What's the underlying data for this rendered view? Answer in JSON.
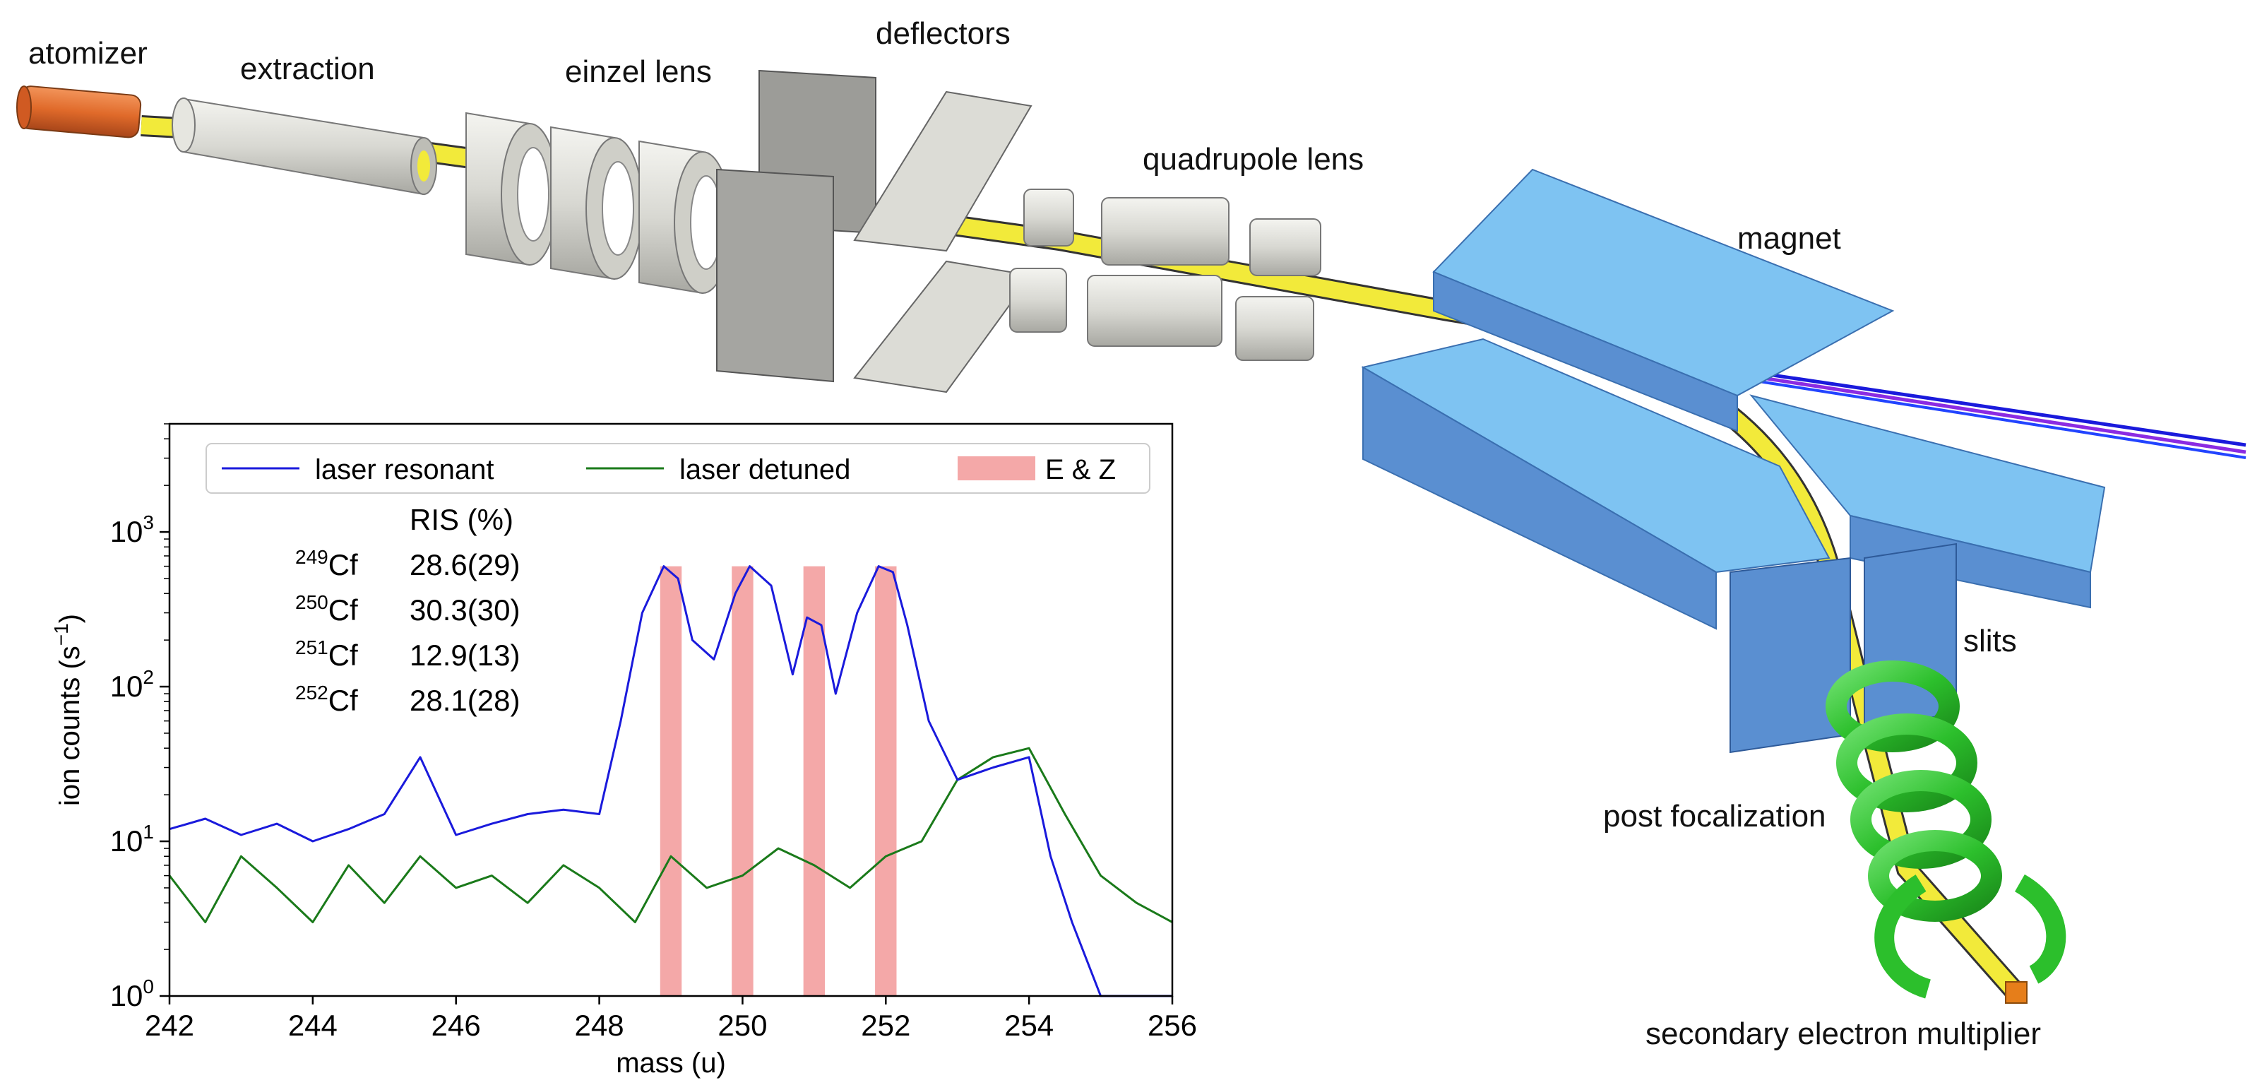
{
  "labels": {
    "atomizer": "atomizer",
    "extraction": "extraction",
    "einzel": "einzel lens",
    "deflectors": "deflectors",
    "quadrupole": "quadrupole lens",
    "magnet": "magnet",
    "slits": "slits",
    "post_focalization": "post focalization",
    "sem": "secondary electron multiplier"
  },
  "colors": {
    "beam": "#f2ea3a",
    "atomizer": "#e06a2a",
    "electrode": "#d9d9d4",
    "magnet_top": "#7ec3f2",
    "magnet_side": "#5a8fd1",
    "post_focus": "#2cbf2c",
    "resonant": "#1a1adc",
    "detuned": "#1a7a1a",
    "ez": "#f4a8a8"
  },
  "icons": {
    "atomizer": "cylinder-oven-icon",
    "extraction": "cylinder-electrode-icon",
    "einzel": "ring-electrodes-icon",
    "deflectors": "plate-electrodes-icon",
    "quadrupole": "quadrupole-rods-icon",
    "magnet": "sector-magnet-icon",
    "slits": "slit-plates-icon",
    "post_focalization": "spiral-electrodes-icon",
    "sem": "detector-icon"
  },
  "chart_data": {
    "type": "line",
    "xlabel": "mass (u)",
    "ylabel": "ion counts (s",
    "ylabel_sup": "−1",
    "ylabel_end": ")",
    "xlim": [
      242,
      256
    ],
    "ylim": [
      1,
      5000
    ],
    "yscale": "log",
    "x_ticks": [
      "242",
      "244",
      "246",
      "248",
      "250",
      "252",
      "254",
      "256"
    ],
    "y_ticks": [
      {
        "base": "10",
        "exp": "0"
      },
      {
        "base": "10",
        "exp": "1"
      },
      {
        "base": "10",
        "exp": "2"
      },
      {
        "base": "10",
        "exp": "3"
      }
    ],
    "legend": {
      "placement": "top",
      "entries": [
        {
          "label": "laser resonant"
        },
        {
          "label": "laser detuned"
        },
        {
          "label": "E & Z"
        }
      ]
    },
    "series": [
      {
        "name": "laser resonant",
        "x": [
          242.0,
          242.5,
          243.0,
          243.5,
          244.0,
          244.5,
          245.0,
          245.5,
          246.0,
          246.5,
          247.0,
          247.5,
          248.0,
          248.3,
          248.6,
          248.9,
          249.1,
          249.3,
          249.6,
          249.9,
          250.1,
          250.4,
          250.7,
          250.9,
          251.1,
          251.3,
          251.6,
          251.9,
          252.1,
          252.3,
          252.6,
          253.0,
          253.5,
          254.0,
          254.3,
          254.6,
          255.0,
          255.5,
          256.0
        ],
        "y": [
          12,
          14,
          11,
          13,
          10,
          12,
          15,
          35,
          11,
          13,
          15,
          16,
          15,
          60,
          300,
          600,
          500,
          200,
          150,
          400,
          600,
          450,
          120,
          280,
          250,
          90,
          300,
          600,
          550,
          250,
          60,
          25,
          30,
          35,
          8,
          3,
          1,
          1,
          1
        ]
      },
      {
        "name": "laser detuned",
        "x": [
          242.0,
          242.5,
          243.0,
          243.5,
          244.0,
          244.5,
          245.0,
          245.5,
          246.0,
          246.5,
          247.0,
          247.5,
          248.0,
          248.5,
          249.0,
          249.5,
          250.0,
          250.5,
          251.0,
          251.5,
          252.0,
          252.5,
          253.0,
          253.5,
          254.0,
          254.5,
          255.0,
          255.5,
          256.0
        ],
        "y": [
          6,
          3,
          8,
          5,
          3,
          7,
          4,
          8,
          5,
          6,
          4,
          7,
          5,
          3,
          8,
          5,
          6,
          9,
          7,
          5,
          8,
          10,
          25,
          35,
          40,
          15,
          6,
          4,
          3
        ]
      }
    ],
    "bands": [
      {
        "x0": 248.85,
        "x1": 249.15
      },
      {
        "x0": 249.85,
        "x1": 250.15
      },
      {
        "x0": 250.85,
        "x1": 251.15
      },
      {
        "x0": 251.85,
        "x1": 252.15
      }
    ],
    "bands_top": 600,
    "annotation": {
      "header": "RIS (%)",
      "rows": [
        {
          "isotope_mass": "249",
          "element": "Cf",
          "value": "28.6(29)"
        },
        {
          "isotope_mass": "250",
          "element": "Cf",
          "value": "30.3(30)"
        },
        {
          "isotope_mass": "251",
          "element": "Cf",
          "value": "12.9(13)"
        },
        {
          "isotope_mass": "252",
          "element": "Cf",
          "value": "28.1(28)"
        }
      ]
    }
  }
}
